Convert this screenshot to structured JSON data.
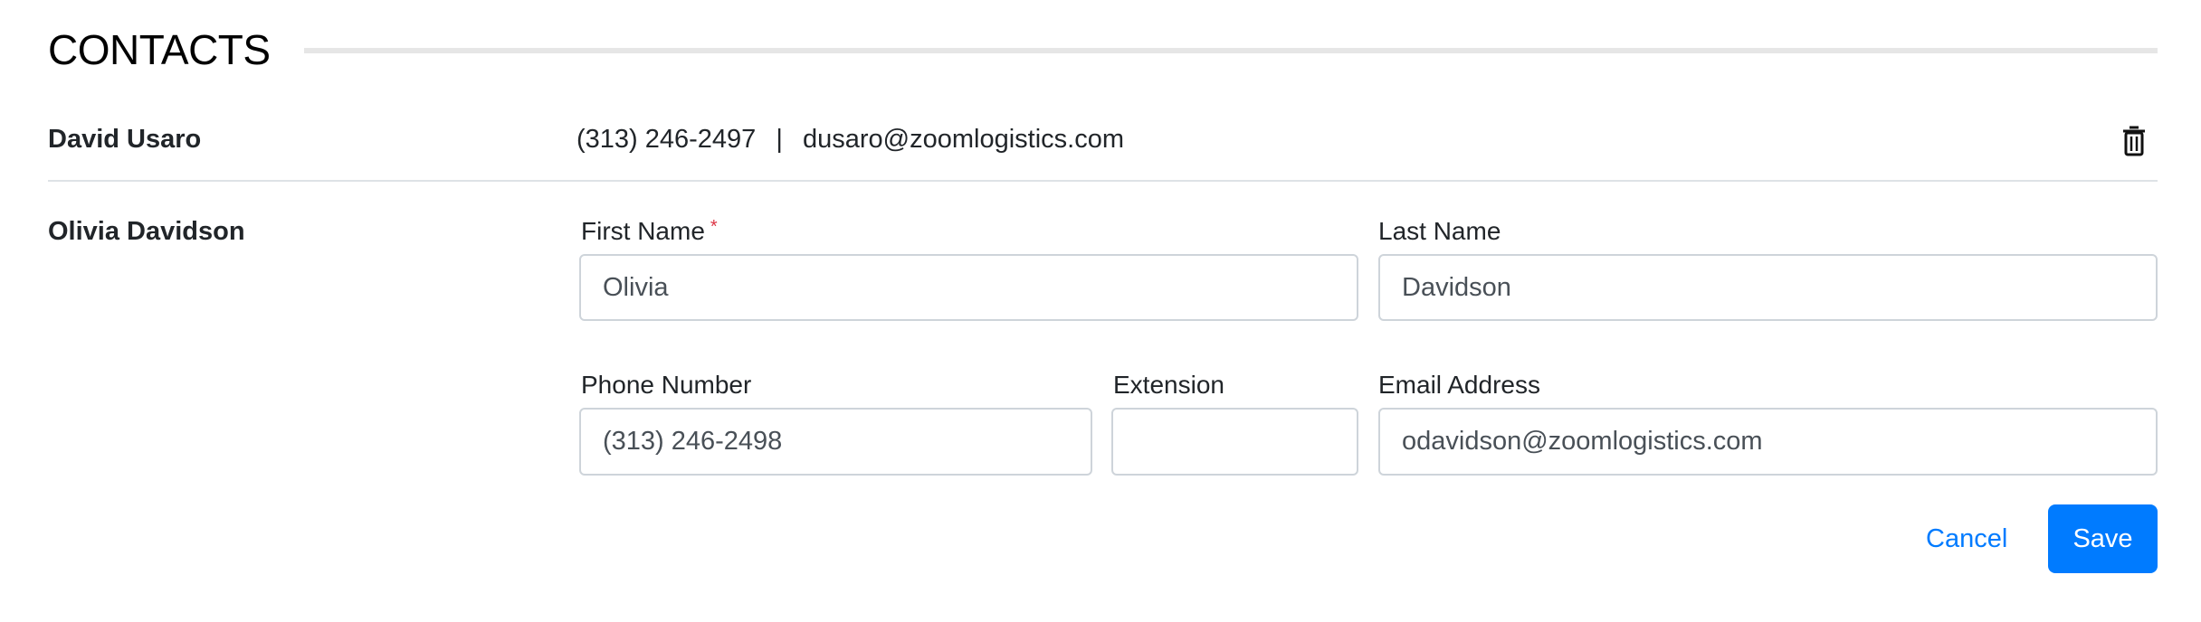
{
  "section": {
    "title": "CONTACTS"
  },
  "contacts": [
    {
      "name": "David Usaro",
      "phone": "(313) 246-2497",
      "separator": "|",
      "email": "dusaro@zoomlogistics.com",
      "delete_icon": "trash-icon"
    },
    {
      "name": "Olivia Davidson"
    }
  ],
  "form": {
    "first_name": {
      "label": "First Name",
      "required_mark": "*",
      "value": "Olivia"
    },
    "last_name": {
      "label": "Last Name",
      "value": "Davidson"
    },
    "phone": {
      "label": "Phone Number",
      "value": "(313) 246-2498"
    },
    "extension": {
      "label": "Extension",
      "value": ""
    },
    "email": {
      "label": "Email Address",
      "value": "odavidson@zoomlogistics.com"
    },
    "cancel_label": "Cancel",
    "save_label": "Save"
  },
  "colors": {
    "primary": "#007bff",
    "required": "#dc3545"
  }
}
